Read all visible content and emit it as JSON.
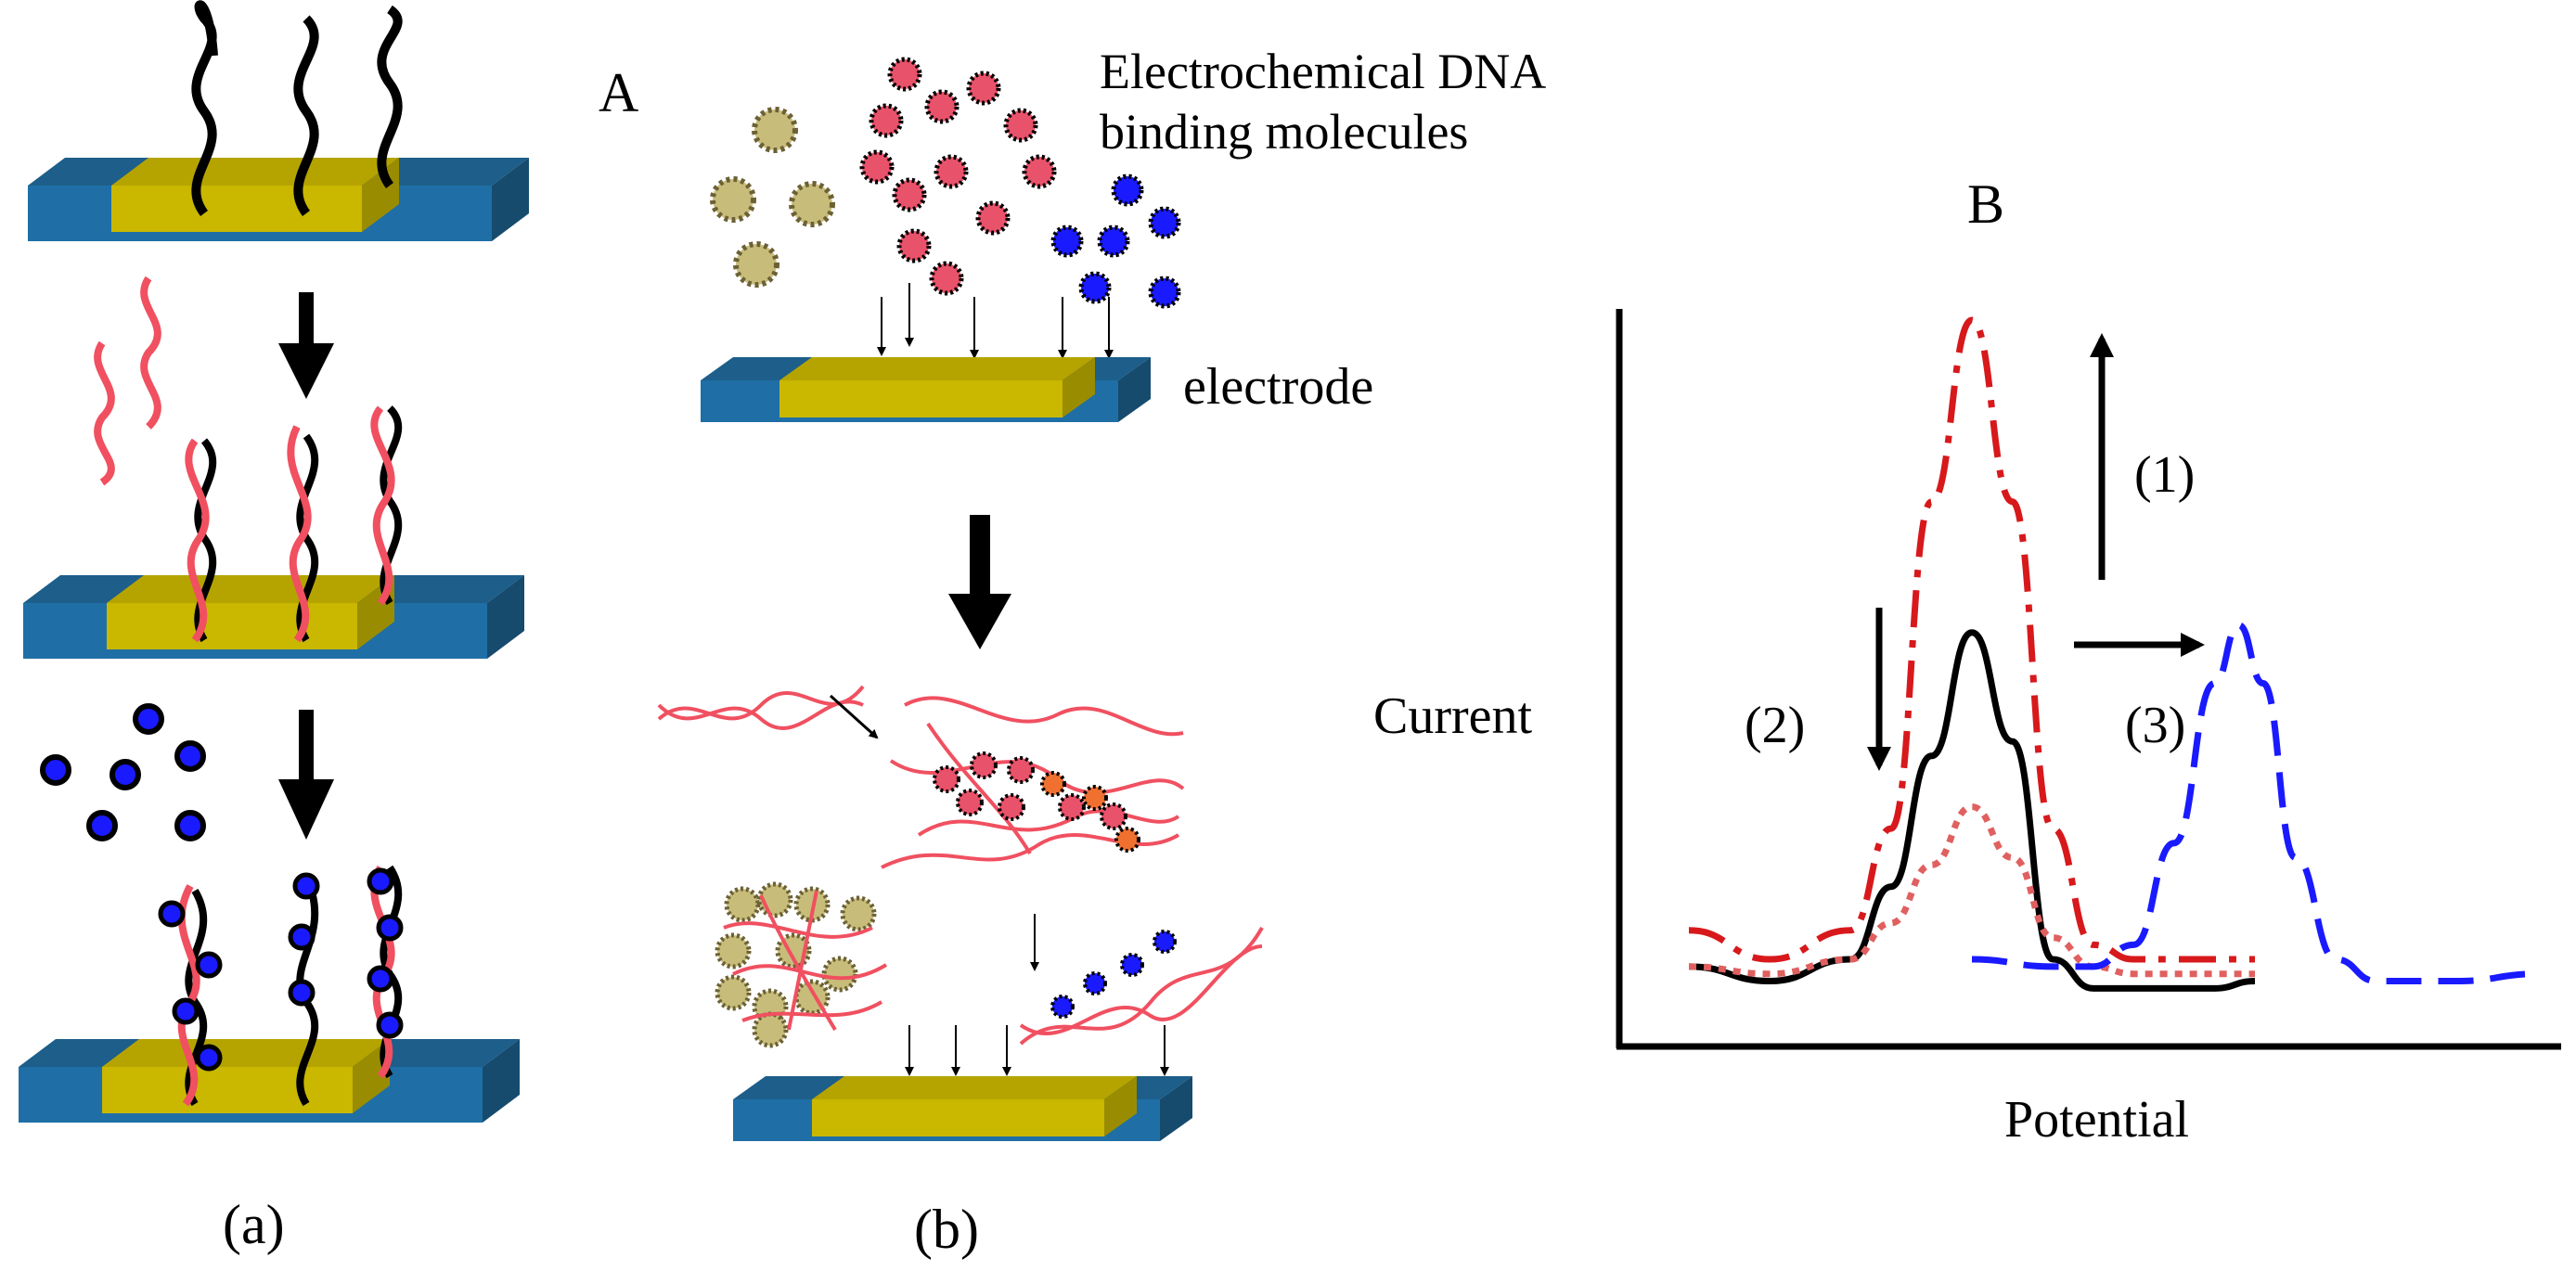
{
  "labels": {
    "panel_a": "A",
    "panel_b": "B",
    "sub_a": "(a)",
    "sub_b": "(b)",
    "binding_line1": "Electrochemical DNA",
    "binding_line2": "binding molecules",
    "electrode": "electrode"
  },
  "chart_data": {
    "type": "line",
    "title": "",
    "xlabel": "Potential",
    "ylabel": "Current",
    "units": "arbitrary",
    "series": [
      {
        "style": "dash-dot",
        "color": "#d7191c",
        "x": [
          0.0,
          0.1,
          0.2,
          0.25,
          0.3,
          0.35,
          0.4,
          0.45,
          0.5,
          0.55,
          0.6,
          0.65,
          0.7
        ],
        "y": [
          0.16,
          0.12,
          0.16,
          0.3,
          0.75,
          1.0,
          0.75,
          0.3,
          0.14,
          0.12,
          0.12,
          0.12,
          0.12
        ]
      },
      {
        "style": "solid",
        "color": "#000000",
        "x": [
          0.0,
          0.1,
          0.2,
          0.25,
          0.3,
          0.35,
          0.4,
          0.45,
          0.5,
          0.55,
          0.6,
          0.65,
          0.7
        ],
        "y": [
          0.11,
          0.09,
          0.12,
          0.22,
          0.4,
          0.57,
          0.42,
          0.12,
          0.08,
          0.08,
          0.08,
          0.08,
          0.09
        ]
      },
      {
        "style": "dotted",
        "color": "#e06060",
        "x": [
          0.0,
          0.1,
          0.2,
          0.25,
          0.3,
          0.35,
          0.4,
          0.45,
          0.5,
          0.55,
          0.6,
          0.65,
          0.7
        ],
        "y": [
          0.11,
          0.1,
          0.12,
          0.17,
          0.25,
          0.33,
          0.26,
          0.15,
          0.11,
          0.1,
          0.1,
          0.1,
          0.1
        ]
      },
      {
        "style": "dashed",
        "color": "#1a1aff",
        "x": [
          0.35,
          0.45,
          0.5,
          0.55,
          0.6,
          0.65,
          0.68,
          0.71,
          0.75,
          0.8,
          0.85,
          0.95,
          1.05
        ],
        "y": [
          0.12,
          0.11,
          0.11,
          0.14,
          0.28,
          0.5,
          0.58,
          0.5,
          0.26,
          0.12,
          0.09,
          0.09,
          0.1
        ]
      }
    ],
    "annotations": [
      {
        "text": "(1)",
        "arrow": "up"
      },
      {
        "text": "(2)",
        "arrow": "down"
      },
      {
        "text": "(3)",
        "arrow": "right"
      }
    ]
  }
}
